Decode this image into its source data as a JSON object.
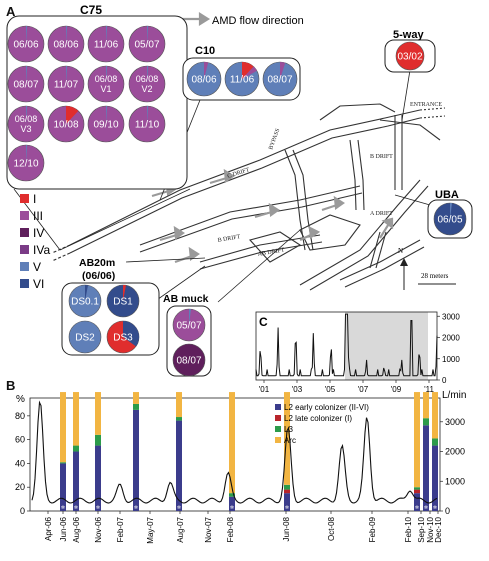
{
  "panels": {
    "a": "A",
    "b": "B",
    "c": "C"
  },
  "colors": {
    "I": "#e02d2d",
    "III": "#9b4d9a",
    "IV": "#5f1f5c",
    "IVa": "#7a3b86",
    "V": "#5f7fb8",
    "VI": "#334c8c",
    "arc": "#f2b542",
    "l3": "#2c9b4a",
    "l2early": "#3b3c8c",
    "l2late": "#b8252b",
    "c_shade": "#d9d9d9"
  },
  "flow_legend": "AMD flow direction",
  "lineage_legend": [
    {
      "key": "I",
      "label": "I",
      "color": "#e02d2d"
    },
    {
      "key": "III",
      "label": "III",
      "color": "#9b4d9a"
    },
    {
      "key": "IV",
      "label": "IV",
      "color": "#5f1f5c"
    },
    {
      "key": "IVa",
      "label": "IVa",
      "color": "#7a3b86"
    },
    {
      "key": "V",
      "label": "V",
      "color": "#5f7fb8"
    },
    {
      "key": "VI",
      "label": "VI",
      "color": "#334c8c"
    }
  ],
  "sites": {
    "c75": {
      "title": "C75",
      "pies": [
        "06/06",
        "08/06",
        "11/06",
        "05/07",
        "08/07",
        "11/07",
        "06/08\nV1",
        "06/08\nV2",
        "06/08\nV3",
        "10/08",
        "09/10",
        "11/10",
        "12/10"
      ]
    },
    "c10": {
      "title": "C10",
      "pies": [
        "08/06",
        "11/06",
        "08/07"
      ]
    },
    "five_way": {
      "title": "5-way",
      "pies": [
        "03/02"
      ]
    },
    "uba": {
      "title": "UBA",
      "pies": [
        "06/05"
      ]
    },
    "ab20m": {
      "title": "AB20m",
      "subtitle": "(06/06)",
      "pies": [
        "DS0.1",
        "DS1",
        "DS2",
        "DS3"
      ]
    },
    "ab_muck": {
      "title": "AB muck",
      "pies": [
        "05/07",
        "08/07"
      ]
    }
  },
  "map_labels": {
    "entrance": "ENTRANCE",
    "bypass": "BYPASS",
    "b_drift_top": "B DRIFT",
    "c_drift": "C DRIFT",
    "a_drift": "A DRIFT",
    "b_drift": "B DRIFT",
    "ab_drift": "AB DRIFT",
    "north": "N",
    "scale": "28 meters"
  },
  "chart_c": {
    "x_ticks": [
      "'01",
      "'03",
      "'05",
      "'07",
      "'09",
      "'11"
    ],
    "y_ticks": [
      "0",
      "1000",
      "2000",
      "3000"
    ]
  },
  "chart_b": {
    "y_label_left": "%",
    "y_label_right": "L/min",
    "left_ticks": [
      "0",
      "20",
      "40",
      "60",
      "80"
    ],
    "right_ticks": [
      "0",
      "1000",
      "2000",
      "3000"
    ],
    "x_ticks": [
      "Apr-06",
      "Jun-06",
      "Aug-06",
      "Nov-06",
      "Feb-07",
      "May-07",
      "Aug-07",
      "Nov-07",
      "Feb-08",
      "Jun-08",
      "Oct-08",
      "Feb-09",
      "Feb-10",
      "Sep-10",
      "Nov-10",
      "Dec-10"
    ],
    "legend": [
      {
        "label": "L2 early colonizer (II-VI)",
        "color": "#3b3c8c"
      },
      {
        "label": "L2 late colonizer (I)",
        "color": "#b8252b"
      },
      {
        "label": "L3",
        "color": "#2c9b4a"
      },
      {
        "label": "Arc",
        "color": "#f2b542"
      }
    ]
  }
}
